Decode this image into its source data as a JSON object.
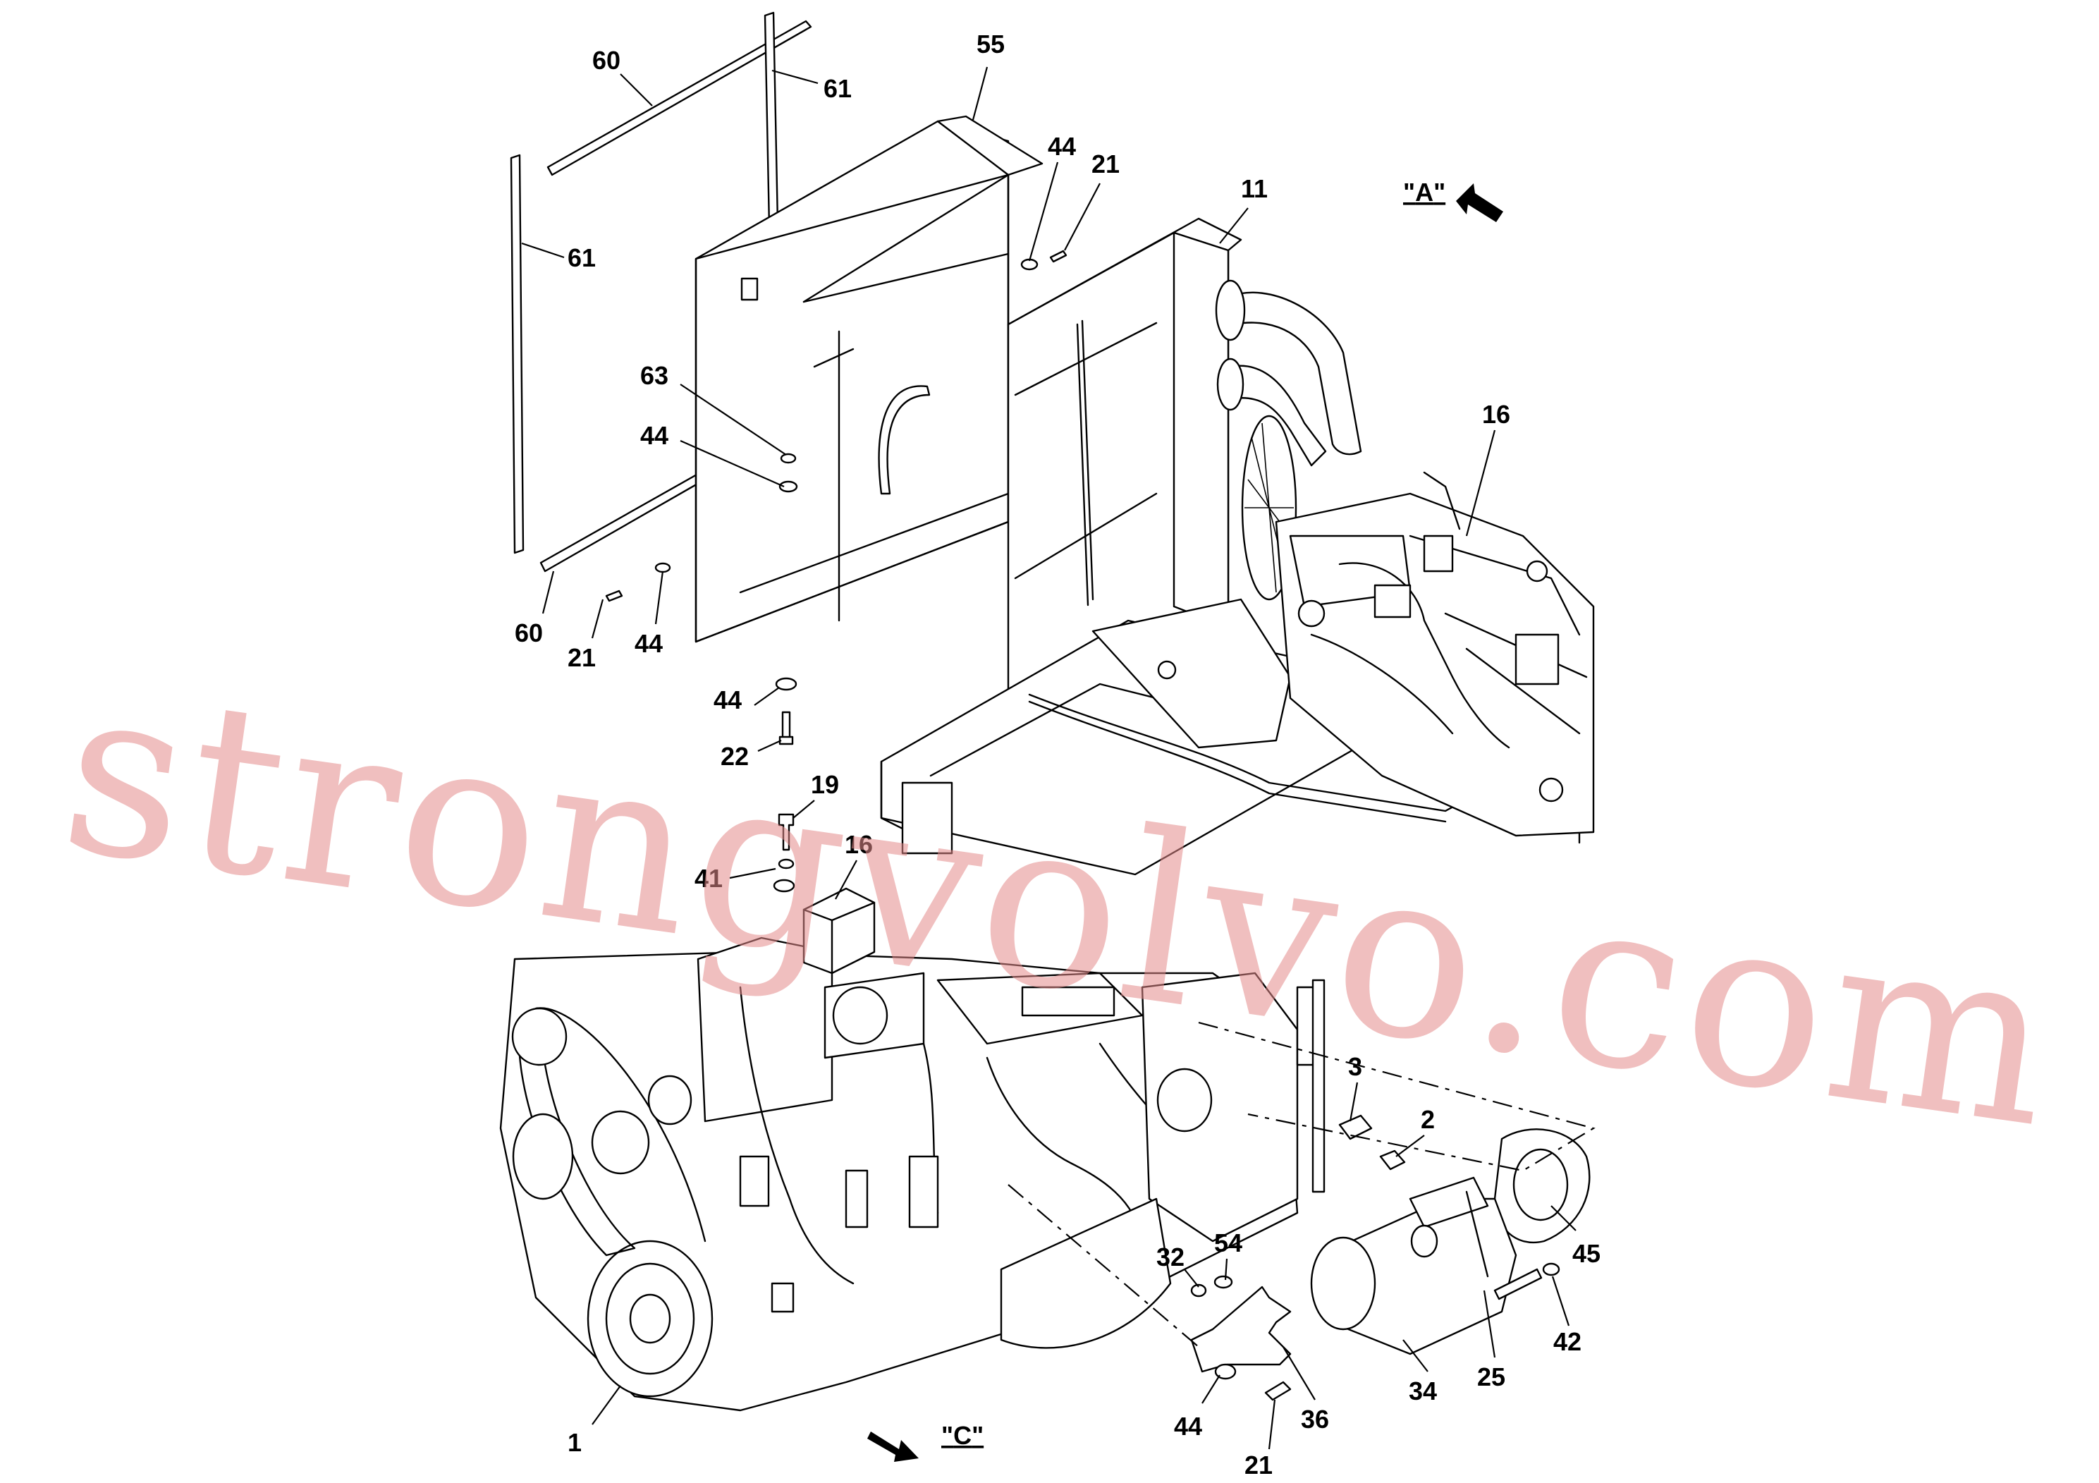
{
  "diagram": {
    "watermark": "strongvolvo.com",
    "view_labels": [
      {
        "id": "A",
        "quote_open": "\"",
        "letter": "A",
        "quote_close": "\""
      },
      {
        "id": "C",
        "quote_open": "\"",
        "letter": "C",
        "quote_close": "\""
      }
    ],
    "callouts": [
      "60",
      "61",
      "55",
      "44",
      "21",
      "11",
      "61",
      "63",
      "44",
      "16",
      "60",
      "21",
      "44",
      "44",
      "22",
      "19",
      "41",
      "16",
      "3",
      "2",
      "45",
      "54",
      "32",
      "42",
      "25",
      "34",
      "36",
      "44",
      "21",
      "1"
    ]
  }
}
